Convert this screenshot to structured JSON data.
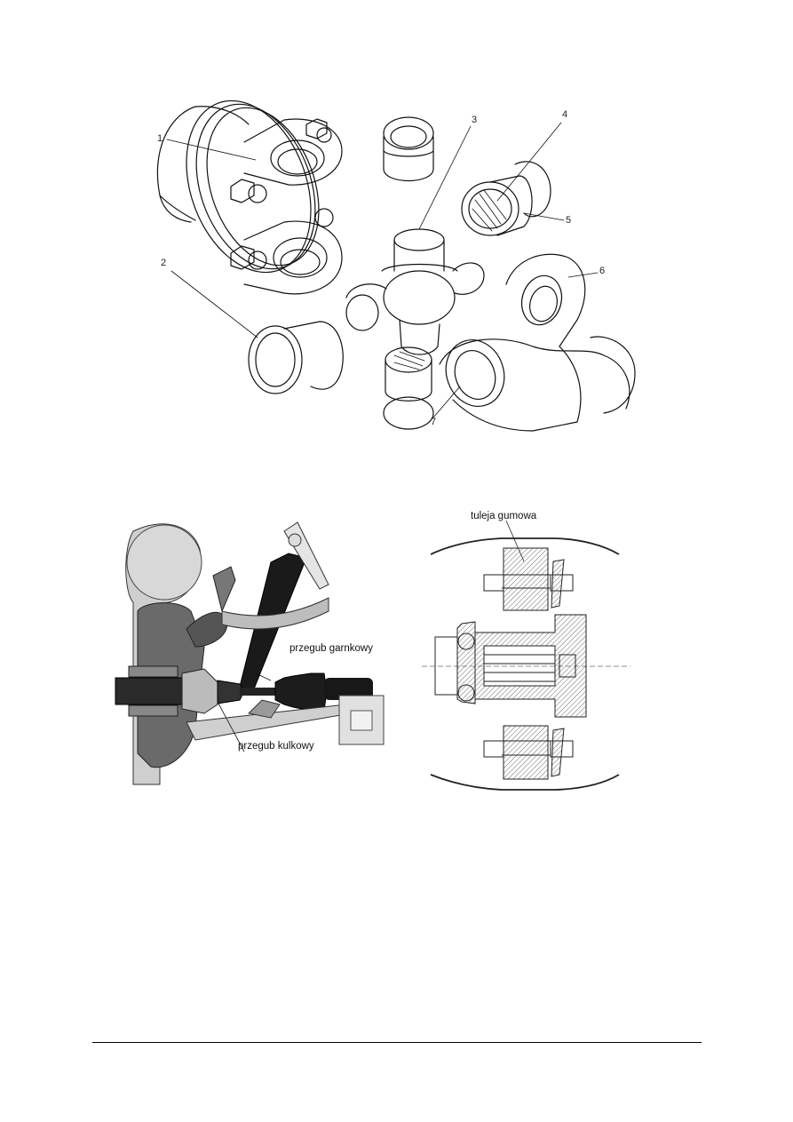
{
  "page": {
    "background": "#ffffff"
  },
  "figure_top": {
    "description": "Exploded view of a cardan (universal) joint",
    "callouts": [
      {
        "id": "1",
        "label": "1"
      },
      {
        "id": "2",
        "label": "2"
      },
      {
        "id": "3",
        "label": "3"
      },
      {
        "id": "4",
        "label": "4"
      },
      {
        "id": "5",
        "label": "5"
      },
      {
        "id": "6",
        "label": "6"
      },
      {
        "id": "7",
        "label": "7"
      }
    ]
  },
  "figure_left": {
    "description": "Front drive shaft with CV joints (photo)",
    "labels": {
      "tripod_joint": "przegub garnkowy",
      "ball_joint": "przegub kulkowy"
    }
  },
  "figure_right": {
    "description": "Cross-section of flexible coupling",
    "labels": {
      "rubber_bushing": "tuleja gumowa"
    }
  },
  "footer": {
    "rule": true
  }
}
